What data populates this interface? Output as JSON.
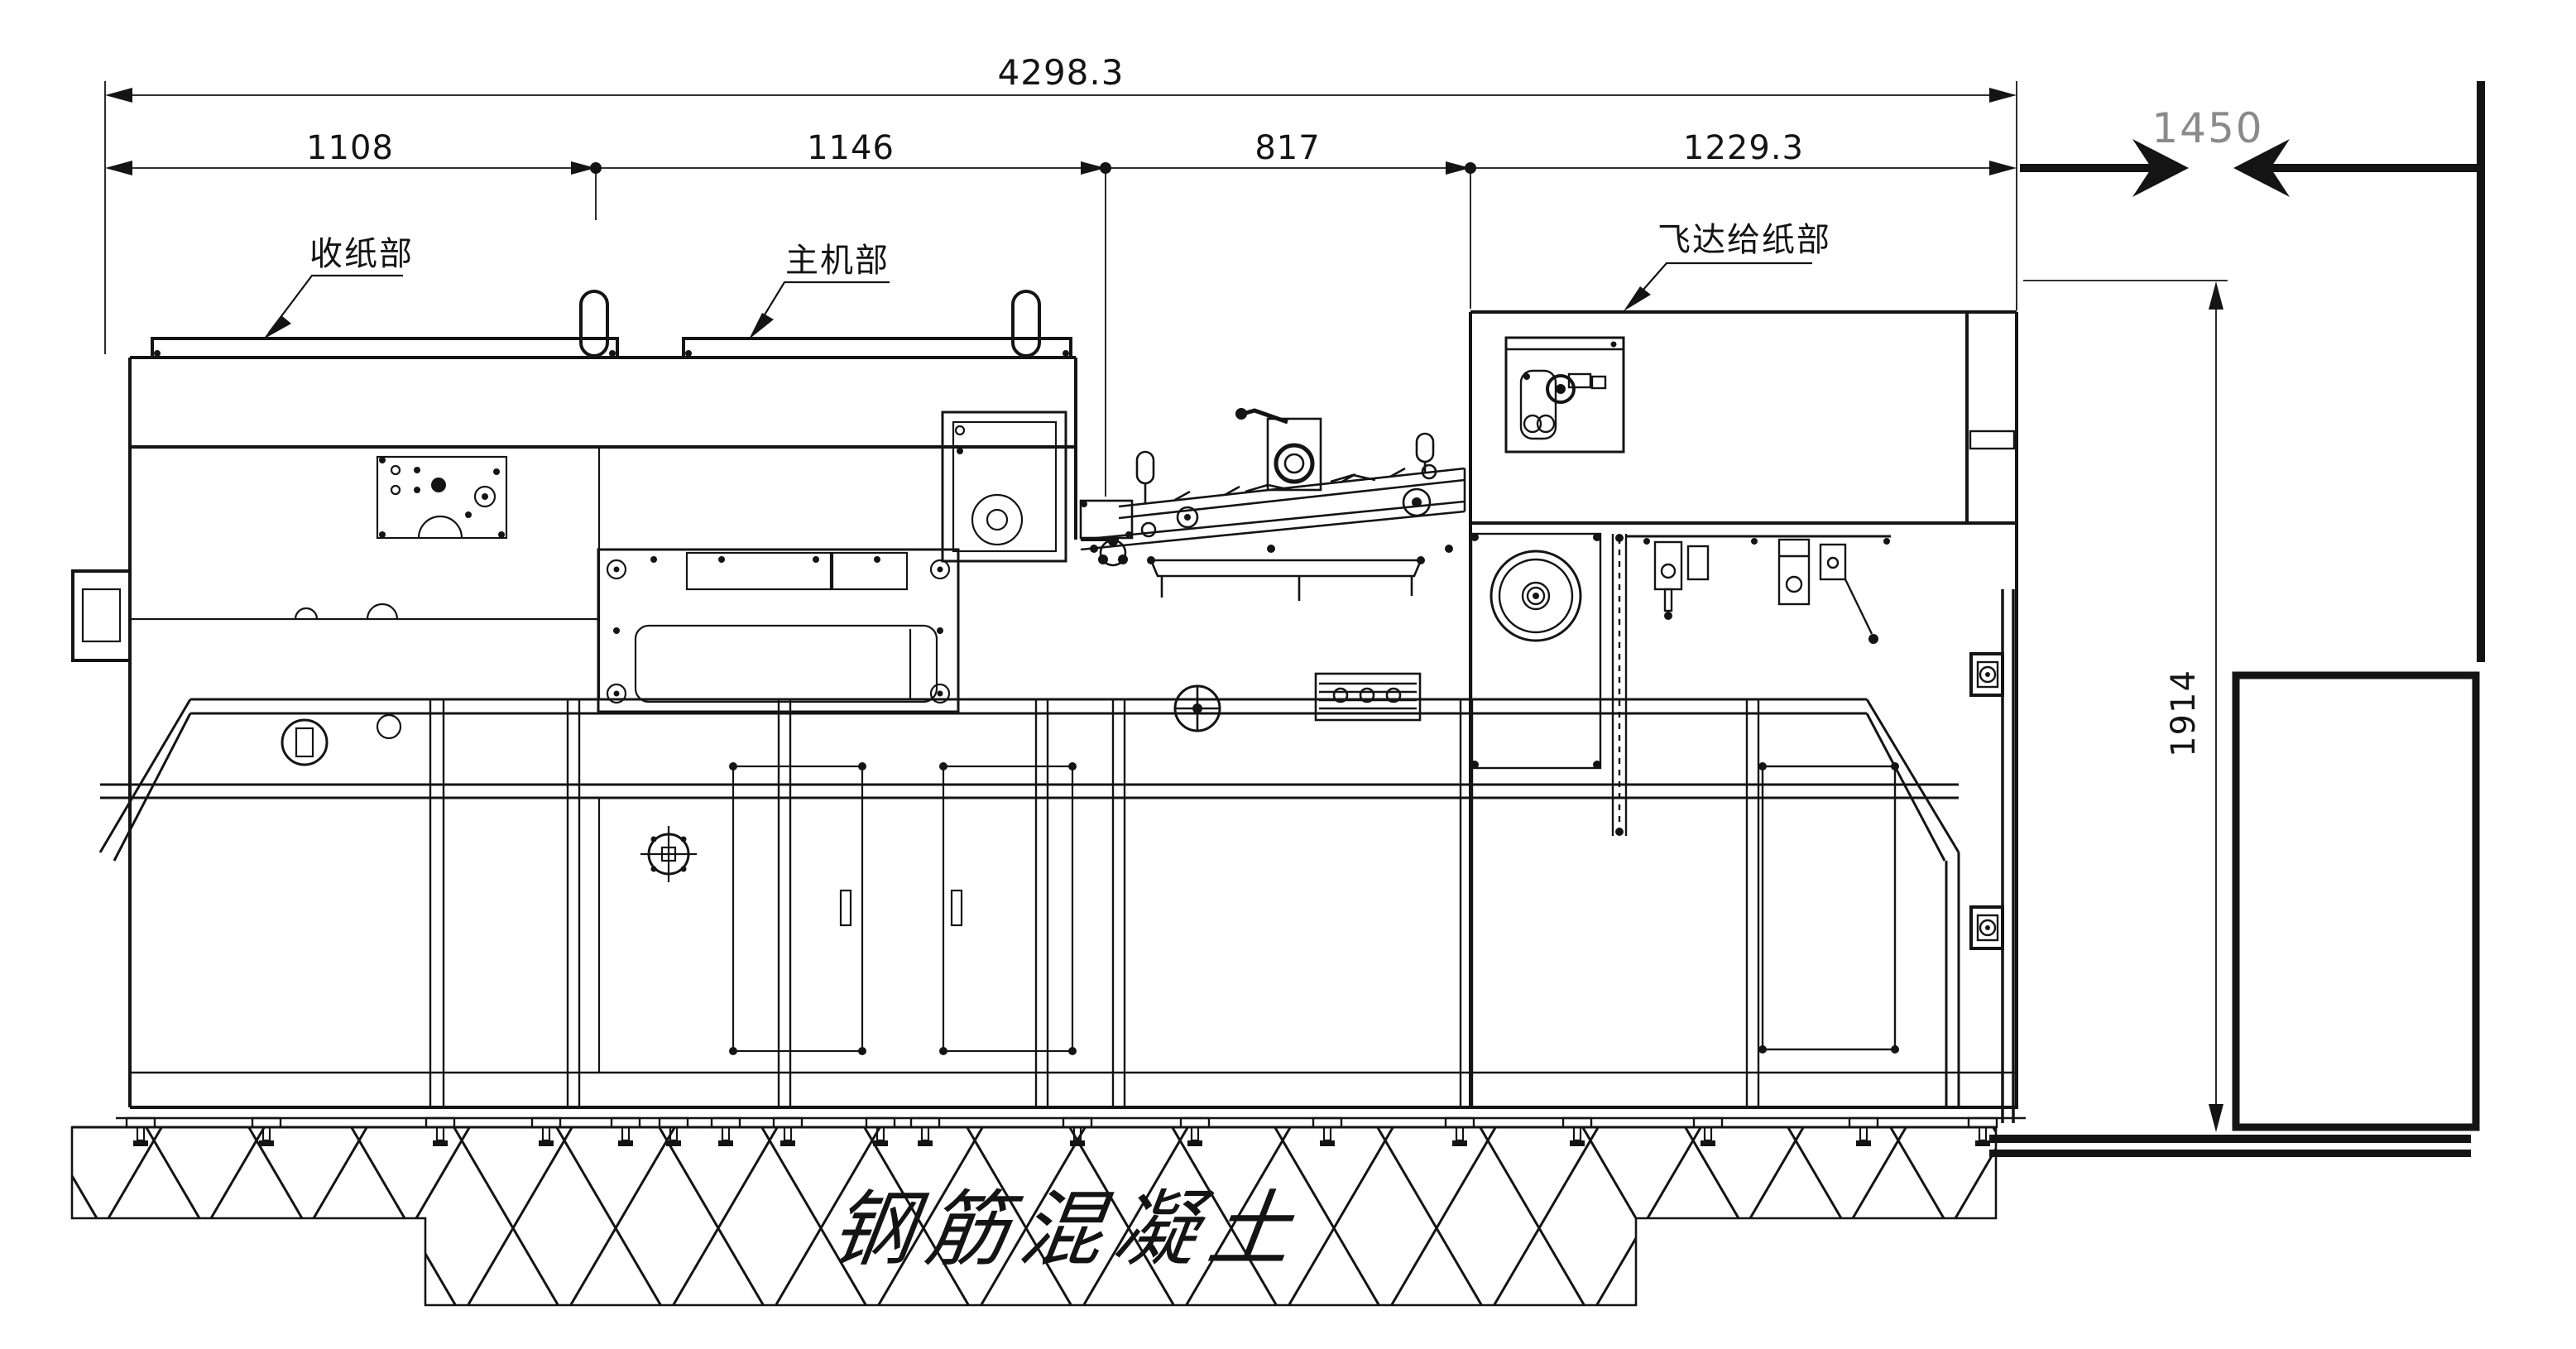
{
  "drawing": {
    "type": "engineering-elevation-drawing",
    "background_color": "#ffffff",
    "line_color": "#141414",
    "clearance_label_color": "#8a8a8a",
    "dimensions": {
      "total_width": "4298.3",
      "segments": [
        "1108",
        "1146",
        "817",
        "1229.3"
      ],
      "right_clearance": "1450",
      "overall_height": "1914"
    },
    "section_labels": {
      "delivery": "收纸部",
      "main_unit": "主机部",
      "feeder": "飞达给纸部"
    },
    "foundation_label": "钢筋混凝土"
  }
}
